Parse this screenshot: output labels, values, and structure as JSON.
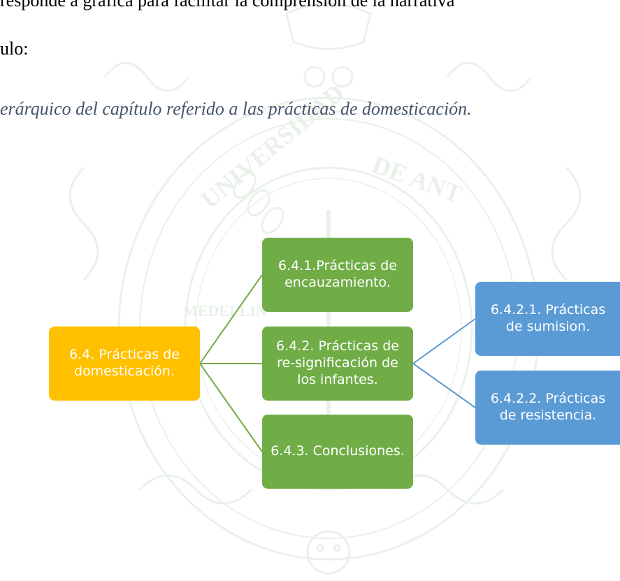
{
  "document": {
    "line_1": "responde a gráfica para facilitar la comprensión de la narrativa",
    "line_2": "ulo:",
    "caption": "erárquico del capítulo referido a las prácticas de domesticación."
  },
  "diagram": {
    "root": "6.4. Prácticas de domesticación.",
    "children": [
      "6.4.1.Prácticas de encauzamiento.",
      "6.4.2. Prácticas de re-significación de los infantes.",
      "6.4.3. Conclusiones."
    ],
    "grandchildren": [
      "6.4.2.1. Prácticas de sumision.",
      "6.4.2.2. Prácticas de resistencia."
    ]
  },
  "colors": {
    "root": "#ffc000",
    "level_1": "#70ad47",
    "level_2": "#5b9bd5",
    "caption": "#44546a",
    "watermark": "#cfe2cf"
  },
  "watermark": {
    "type": "university-seal",
    "text": "UNIVERSIDAD DE ANTIOQUIA",
    "city": "MEDELLIN"
  }
}
